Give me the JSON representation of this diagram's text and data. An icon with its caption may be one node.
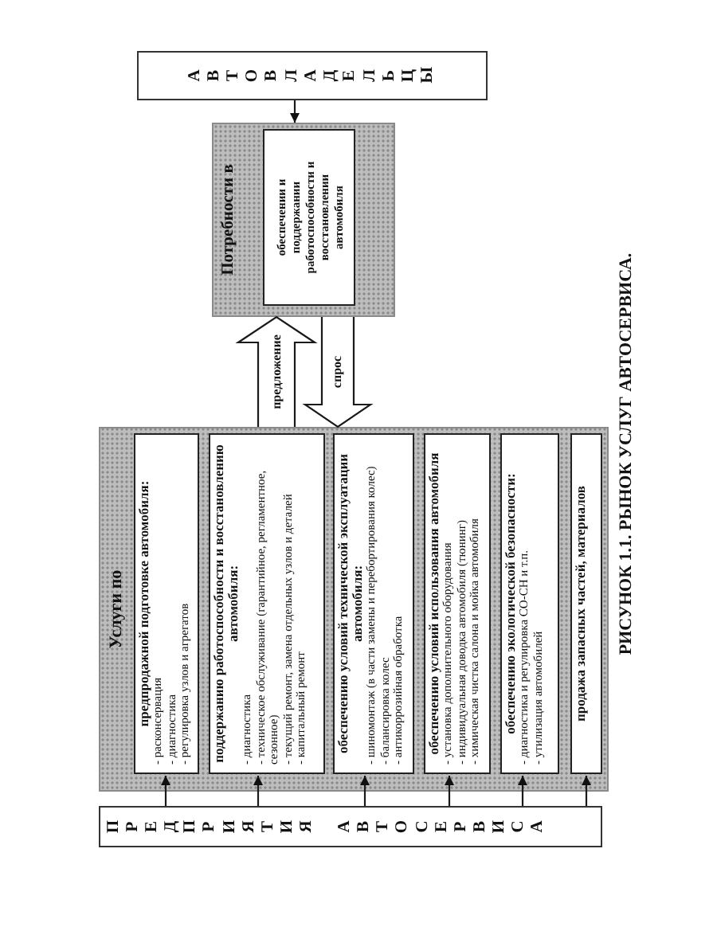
{
  "diagram": {
    "caption": "РИСУНОК 1.1. РЫНОК УСЛУГ АВТОСЕРВИСА.",
    "nodes": [
      {
        "text": [
          "ПРЕДПРИЯТИЯ АВТОСЕРВИСА"
        ]
      },
      {
        "text": [
          "Услуги по"
        ]
      },
      {
        "text": [
          "предпродажной подготовке автомобиля:",
          "- расконсервация",
          "- диагностика",
          "- регулировка узлов и агрегатов"
        ],
        "in": 1
      },
      {
        "text": [
          "поддержанию работоспособности и восстановлению автомобиля:",
          "- диагностика",
          "- техническое обслуживание (гарантийное, регламентное, сезонное)",
          "- текущий ремонт, замена отдельных узлов и деталей",
          "- капитальный ремонт"
        ],
        "in": 1
      },
      {
        "text": [
          "обеспечению условий технической эксплуатации автомобиля:",
          "- шиномонтаж (в части замены и перебортирования колес)",
          "- балансировка колес",
          "- антикоррозийная обработка"
        ],
        "in": 1
      },
      {
        "text": [
          "обеспечению условий использования автомобиля",
          "- установка дополнительного оборудования",
          "- индивидуальная доводка автомобиля (тюнинг)",
          "- химическая чистка салона и мойка автомобиля"
        ],
        "in": 1
      },
      {
        "text": [
          "обеспечению экологической безопасности:",
          "- диагностика и регулировка СО-СН и т.п.",
          "- утилизация автомобилей"
        ],
        "in": 1
      },
      {
        "text": [
          "продажа запасных частей, материалов"
        ],
        "in": 1
      },
      {
        "text": [
          "Потребности в"
        ]
      },
      {
        "text": [
          "обеспечении и поддержании работоспособности и восстановлении автомобиля"
        ],
        "in": 8
      },
      {
        "text": [
          "АВТОВЛАДЕЛЬЦЫ"
        ]
      }
    ],
    "edges": [
      {
        "from": 0,
        "to": 2,
        "arrow": "to"
      },
      {
        "from": 0,
        "to": 3,
        "arrow": "to"
      },
      {
        "from": 0,
        "to": 4,
        "arrow": "to"
      },
      {
        "from": 0,
        "to": 5,
        "arrow": "to"
      },
      {
        "from": 0,
        "to": 6,
        "arrow": "to"
      },
      {
        "from": 0,
        "to": 7,
        "arrow": "to"
      },
      {
        "from": 1,
        "to": 8,
        "arrow": "to",
        "label": "предложение",
        "style": "thick"
      },
      {
        "from": 8,
        "to": 1,
        "arrow": "to",
        "label": "спрос",
        "style": "thick"
      },
      {
        "from": 10,
        "to": 8,
        "arrow": "to"
      }
    ]
  }
}
